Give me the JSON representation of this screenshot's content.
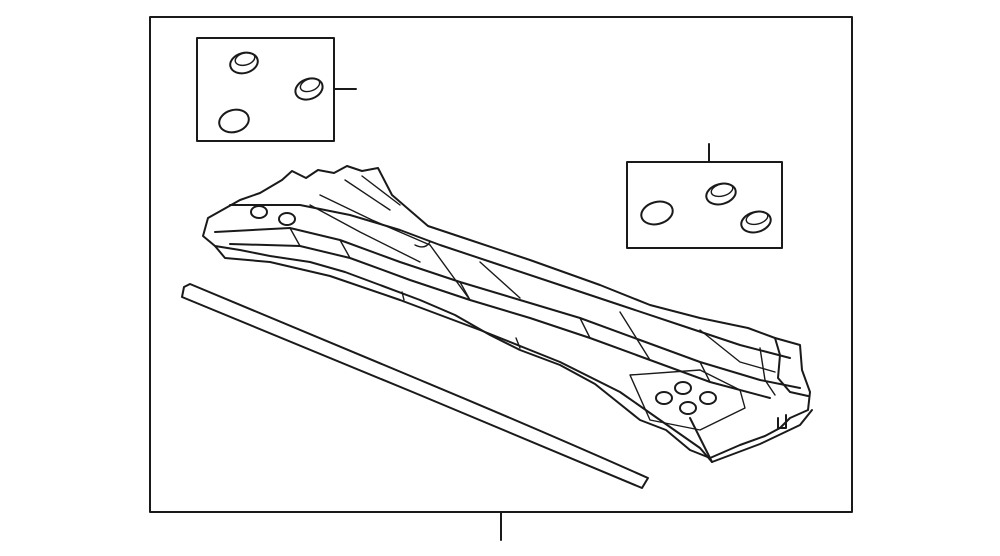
{
  "diagram": {
    "type": "parts-illustration",
    "colors": {
      "line": "#1a1a1a",
      "background": "#ffffff"
    },
    "callout_groups": [
      {
        "name": "plug-group-left",
        "plug_count": 3
      },
      {
        "name": "plug-group-right",
        "plug_count": 3
      }
    ],
    "parts": [
      "dashboard-upper-panel",
      "weatherstrip-seal"
    ]
  }
}
